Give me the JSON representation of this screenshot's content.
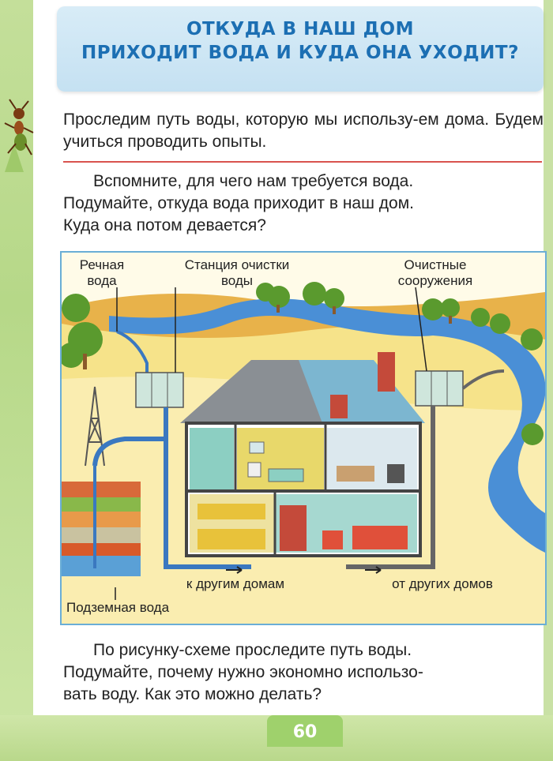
{
  "title": {
    "line1": "ОТКУДА В НАШ ДОМ",
    "line2": "ПРИХОДИТ ВОДА И КУДА ОНА УХОДИТ?"
  },
  "intro": "Проследим путь воды, которую мы использу-ем дома. Будем учиться проводить опыты.",
  "question": {
    "line1": "Вспомните, для чего нам требуется вода.",
    "line2": "Подумайте, откуда вода приходит в наш дом.",
    "line3": "Куда она потом девается?"
  },
  "figure": {
    "labels": {
      "river_water_1": "Речная",
      "river_water_2": "вода",
      "station_1": "Станция очистки",
      "station_2": "воды",
      "treatment_1": "Очистные",
      "treatment_2": "сооружения",
      "to_other": "к другим домам",
      "from_other": "от других домов",
      "underground": "Подземная вода"
    }
  },
  "task": {
    "line1": "По рисунку-схеме проследите путь воды.",
    "line2": "Подумайте, почему нужно экономно использо-",
    "line3": "вать воду. Как это можно делать?"
  },
  "page_number": "60",
  "colors": {
    "title": "#1c6fb3",
    "river": "#4a8fd6",
    "frame": "#6aaed6",
    "page_tab": "#9fd16c",
    "rule": "#d9534f"
  }
}
